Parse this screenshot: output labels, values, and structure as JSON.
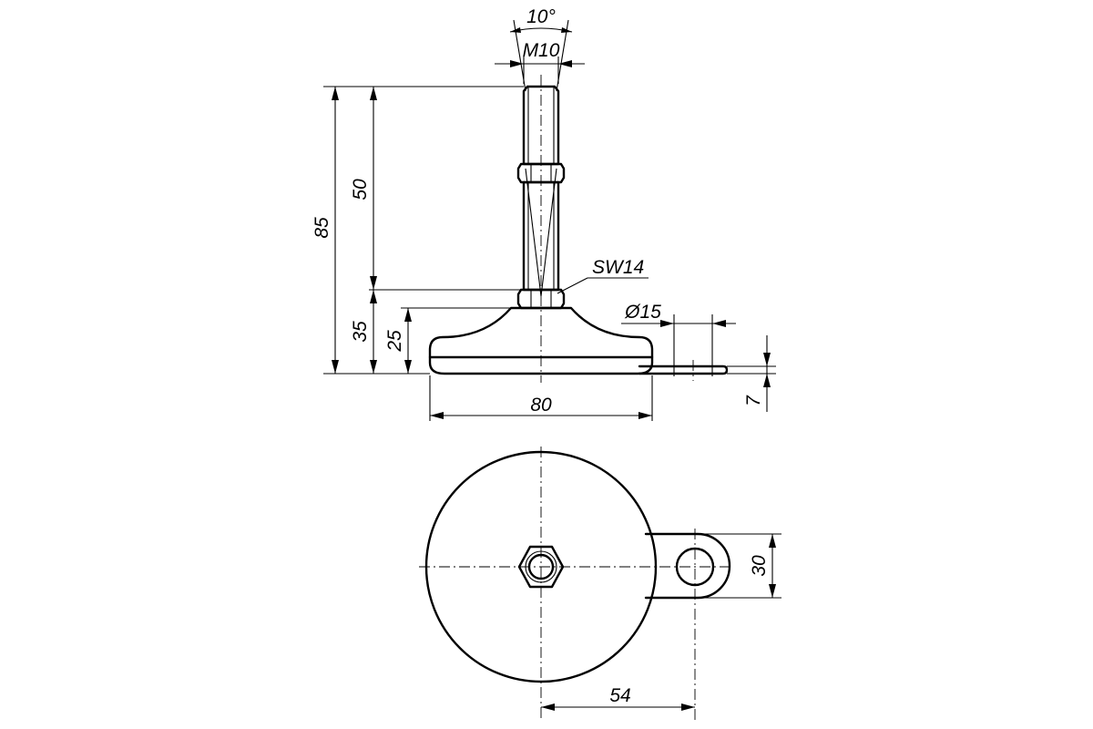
{
  "drawing": {
    "labels": {
      "angle": "10°",
      "thread": "M10",
      "total_height": "85",
      "thread_length": "50",
      "base_height": "35",
      "foot_height": "25",
      "wrench": "SW14",
      "hole_diameter": "Ø15",
      "tab_thickness": "7",
      "base_diameter": "80",
      "tab_width": "30",
      "hole_offset": "54"
    },
    "colors": {
      "line": "#000000",
      "background": "#ffffff"
    }
  }
}
